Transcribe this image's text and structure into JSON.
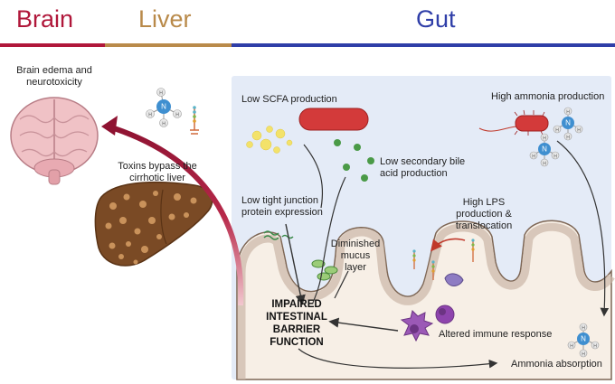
{
  "headers": {
    "brain": "Brain",
    "liver": "Liver",
    "gut": "Gut"
  },
  "colors": {
    "brain": "#b0173a",
    "liver": "#b98a4a",
    "gut": "#2f3ea8",
    "arrow_red": "#8e1231",
    "panel_bg": "#e4ebf7"
  },
  "brain_label": [
    "Brain edema and",
    "neurotoxicity"
  ],
  "liver_label": [
    "Toxins bypass the",
    "cirrhotic liver"
  ],
  "gut_labels": {
    "scfa": "Low SCFA production",
    "ammonia_production": "High ammonia production",
    "bile_acid": [
      "Low secondary bile",
      "acid production"
    ],
    "tight_junction": [
      "Low tight junction",
      "protein expression"
    ],
    "lps": [
      "High LPS",
      "production &",
      "translocation"
    ],
    "mucus": [
      "Diminished",
      "mucus",
      "layer"
    ],
    "barrier": [
      "IMPAIRED",
      "INTESTINAL",
      "BARRIER",
      "FUNCTION"
    ],
    "immune": "Altered immune response",
    "absorption": "Ammonia absorption"
  },
  "molecule_atoms": {
    "center": "N",
    "hydrogen": "H"
  }
}
